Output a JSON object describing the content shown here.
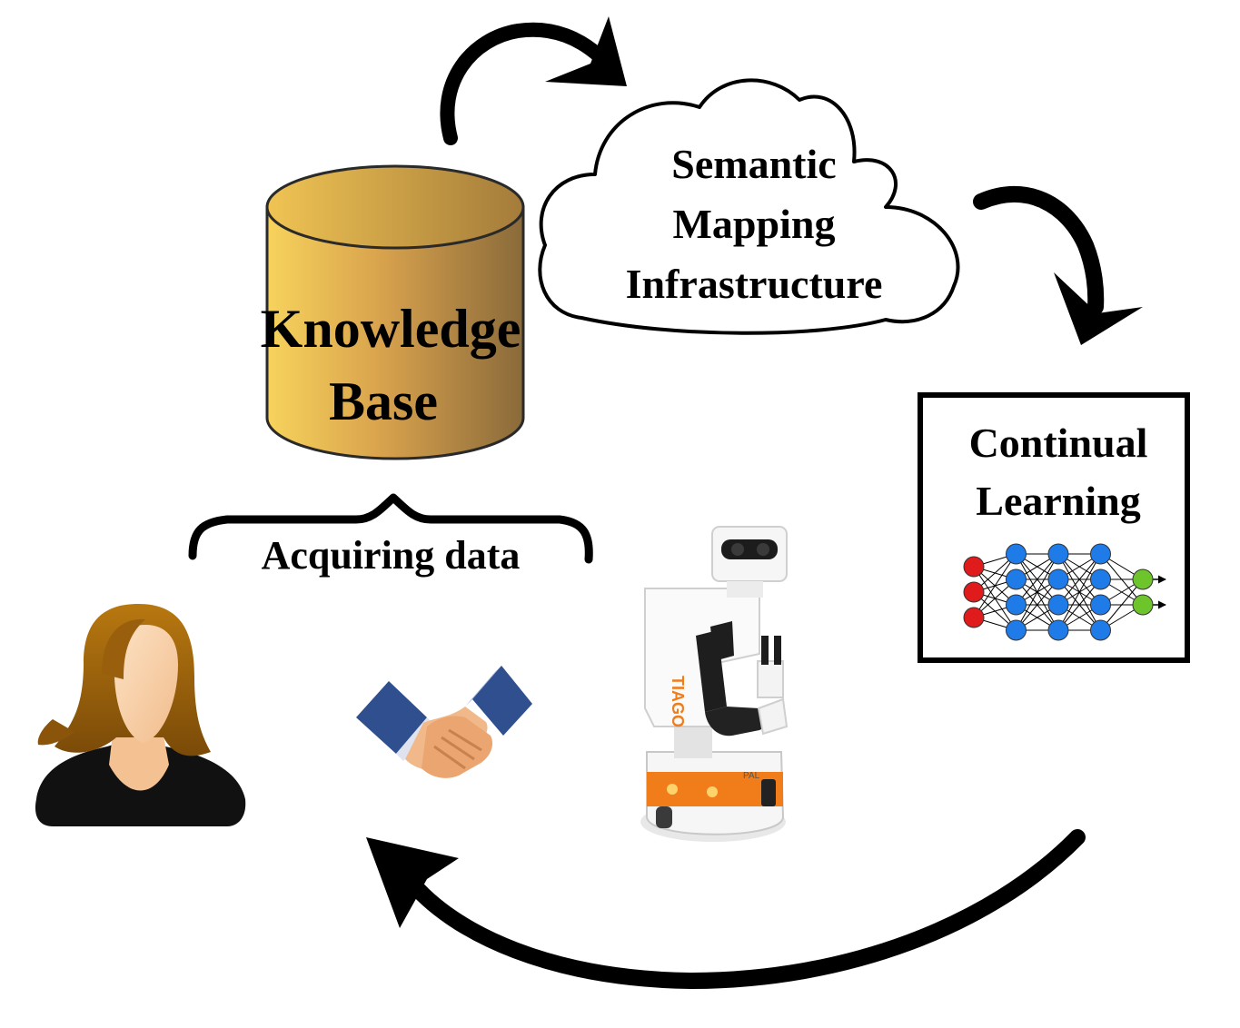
{
  "knowledge_base": {
    "line1": "Knowledge",
    "line2": "Base"
  },
  "semantic_mapping": {
    "line1": "Semantic",
    "line2": "Mapping",
    "line3": "Infrastructure"
  },
  "continual_learning": {
    "line1": "Continual",
    "line2": "Learning"
  },
  "acquiring": {
    "label": "Acquiring data"
  },
  "robot": {
    "logo_text": "TIAGO",
    "brand_text": "PAL"
  },
  "network": {
    "layers": [
      3,
      4,
      4,
      4,
      2
    ],
    "colors": {
      "input": "#e01b1b",
      "hidden": "#1e7be8",
      "output": "#6ec52b"
    }
  },
  "colors": {
    "cylinder_light": "#f7d35c",
    "cylinder_dark": "#8a6a3a",
    "hair": "#a66a10",
    "skin": "#f6c99a",
    "sleeve": "#2f4f8e"
  }
}
